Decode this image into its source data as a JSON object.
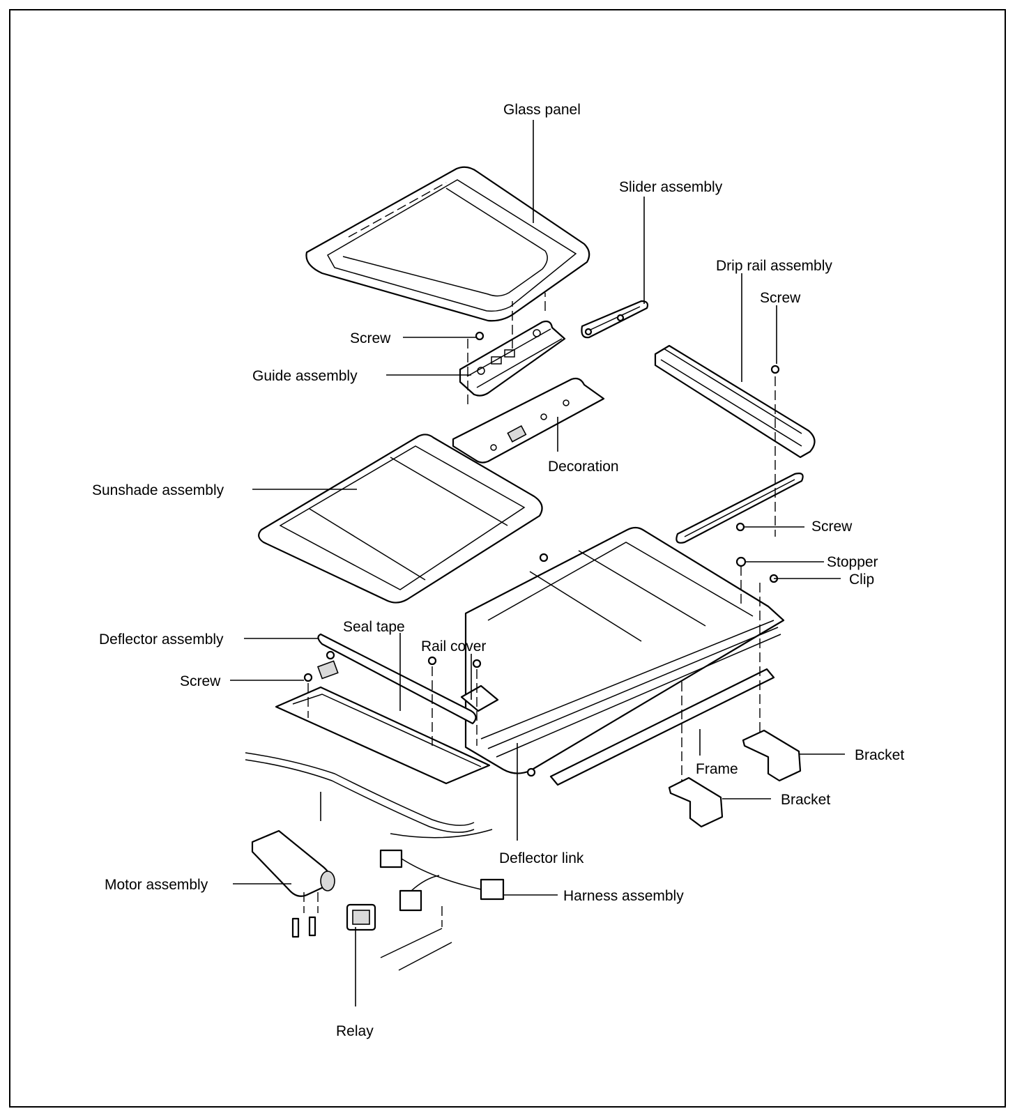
{
  "labels": {
    "glass_panel": "Glass panel",
    "slider_assembly": "Slider assembly",
    "drip_rail_assembly": "Drip rail assembly",
    "screw_top_right": "Screw",
    "screw_guide": "Screw",
    "guide_assembly": "Guide assembly",
    "decoration": "Decoration",
    "sunshade_assembly": "Sunshade assembly",
    "screw_right": "Screw",
    "stopper": "Stopper",
    "clip": "Clip",
    "seal_tape": "Seal tape",
    "deflector_assembly": "Deflector assembly",
    "rail_cover": "Rail cover",
    "screw_left": "Screw",
    "bracket_upper": "Bracket",
    "frame": "Frame",
    "bracket_lower": "Bracket",
    "deflector_link": "Deflector link",
    "motor_assembly": "Motor assembly",
    "harness_assembly": "Harness assembly",
    "relay": "Relay"
  }
}
